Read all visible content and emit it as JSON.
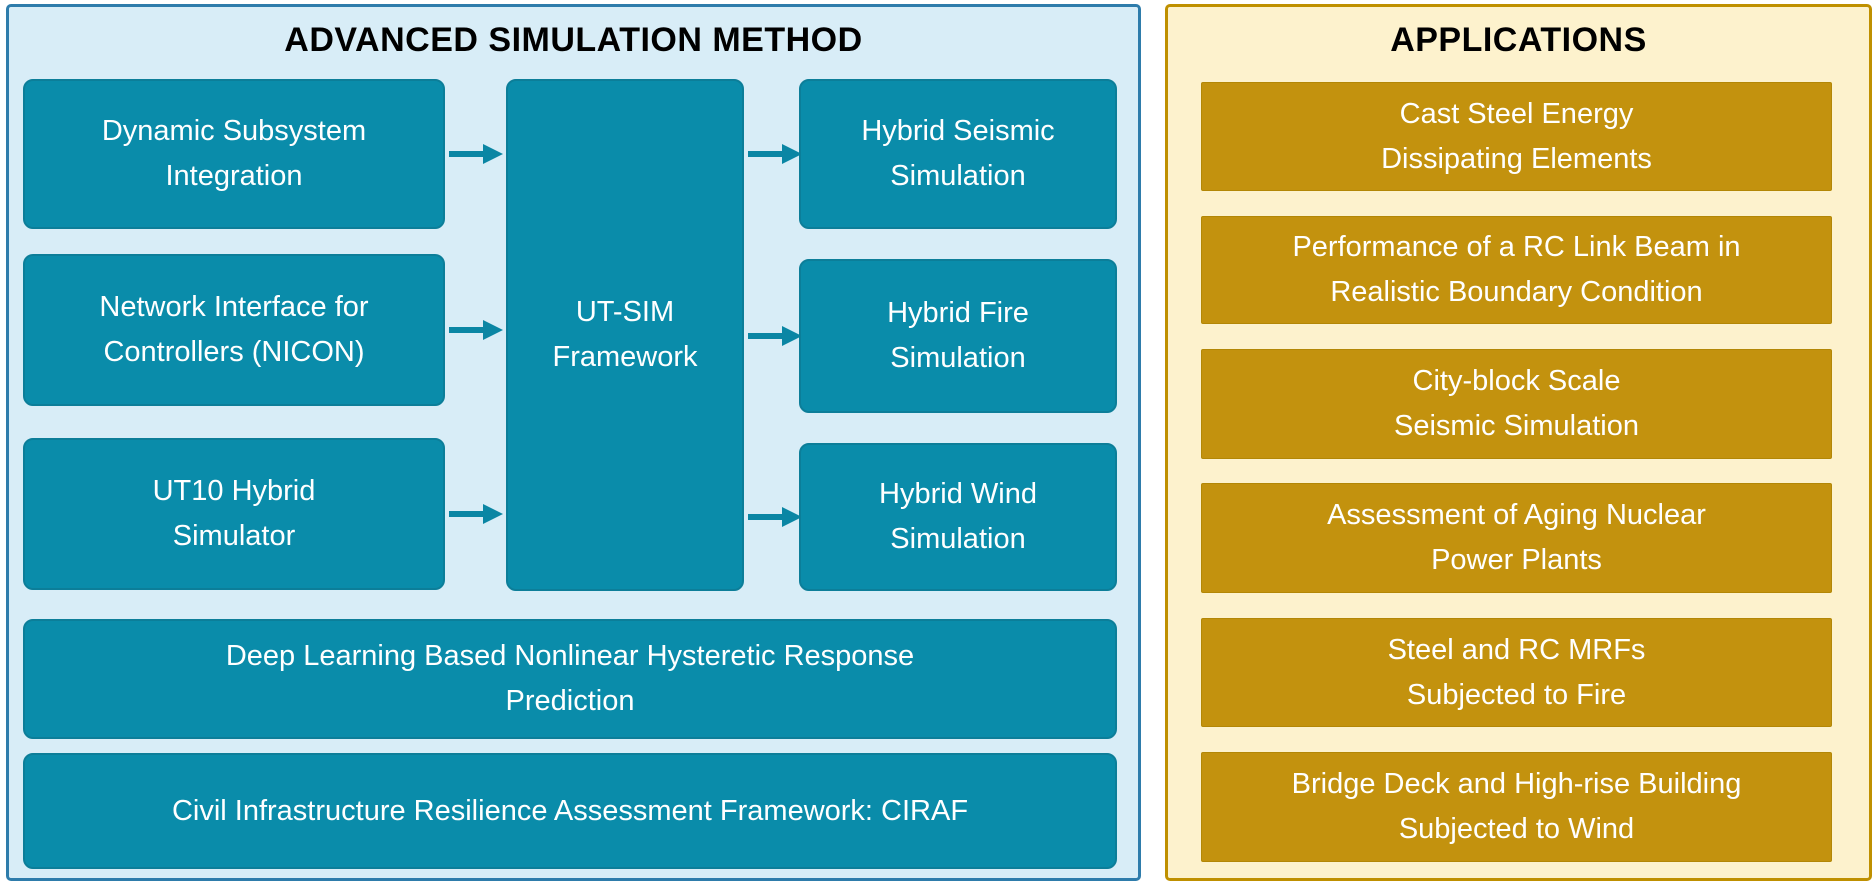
{
  "left_panel": {
    "title": "ADVANCED SIMULATION METHOD",
    "inputs": [
      {
        "lines": [
          "Dynamic Subsystem",
          "Integration"
        ]
      },
      {
        "lines": [
          "Network Interface for",
          "Controllers (NICON)"
        ]
      },
      {
        "lines": [
          "UT10 Hybrid",
          "Simulator"
        ]
      }
    ],
    "center": {
      "lines": [
        "UT-SIM",
        "Framework"
      ]
    },
    "outputs": [
      {
        "lines": [
          "Hybrid Seismic",
          "Simulation"
        ]
      },
      {
        "lines": [
          "Hybrid Fire",
          "Simulation"
        ]
      },
      {
        "lines": [
          "Hybrid Wind",
          "Simulation"
        ]
      }
    ],
    "wide_boxes": [
      {
        "lines": [
          "Deep Learning Based Nonlinear Hysteretic Response",
          "Prediction"
        ]
      },
      {
        "lines": [
          "Civil Infrastructure Resilience Assessment Framework: CIRAF"
        ]
      }
    ]
  },
  "right_panel": {
    "title": "APPLICATIONS",
    "items": [
      {
        "lines": [
          "Cast Steel Energy",
          "Dissipating Elements"
        ]
      },
      {
        "lines": [
          "Performance of a RC Link Beam in",
          "Realistic Boundary Condition"
        ]
      },
      {
        "lines": [
          "City-block Scale",
          "Seismic Simulation"
        ]
      },
      {
        "lines": [
          "Assessment of Aging Nuclear",
          "Power Plants"
        ]
      },
      {
        "lines": [
          "Steel and RC MRFs",
          "Subjected to Fire"
        ]
      },
      {
        "lines": [
          "Bridge Deck and High-rise Building",
          "Subjected to Wind"
        ]
      }
    ]
  },
  "colors": {
    "teal_box": "#0a8caa",
    "teal_box_border": "#0c7e99",
    "arrow": "#0a86a4",
    "left_panel_bg": "#d8edf7",
    "left_panel_border": "#2e7cab",
    "gold_box": "#c3920e",
    "gold_box_border": "#b38706",
    "right_panel_bg": "#fdf2cd",
    "right_panel_border": "#bf9000",
    "box_text": "#ffffff",
    "title_text": "#000000"
  }
}
